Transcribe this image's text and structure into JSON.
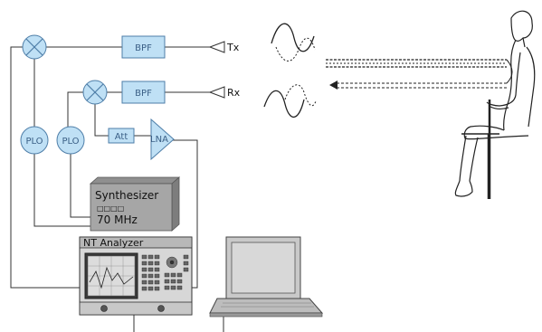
{
  "blocks": {
    "bpf_tx": "BPF",
    "bpf_rx": "BPF",
    "att": "Att",
    "lna": "LNA",
    "plo1": "PLO",
    "plo2": "PLO"
  },
  "antennas": {
    "tx": "Tx",
    "rx": "Rx"
  },
  "synthesizer": {
    "title": "Synthesizer",
    "sub": "□□□□",
    "freq": "70 MHz"
  },
  "analyzer": {
    "title": "NT Analyzer"
  },
  "colors": {
    "block_fill": "#bfe0f5",
    "block_stroke": "#4e7ea8",
    "label": "#3a5f86",
    "synth_gray": "#a6a6a6"
  }
}
